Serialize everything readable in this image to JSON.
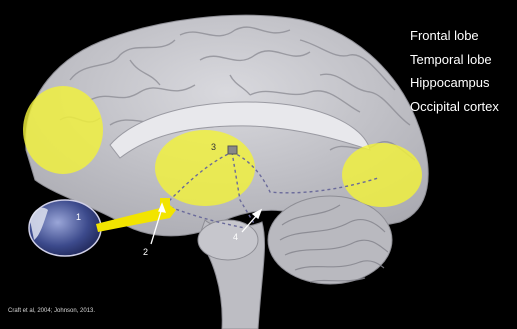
{
  "legend": {
    "items": [
      "Frontal lobe",
      "Temporal lobe",
      "Hippocampus",
      "Occipital cortex"
    ]
  },
  "markers": {
    "eye": "1",
    "optic_chiasm": "2",
    "thalamus": "3",
    "brainstem": "4"
  },
  "citation": "Craft et al, 2004; Johnson, 2013.",
  "colors": {
    "background": "#000000",
    "brain": "#c9c9ce",
    "highlight": "#f2f23a",
    "pathway": "#f2e400",
    "text": "#ffffff"
  }
}
